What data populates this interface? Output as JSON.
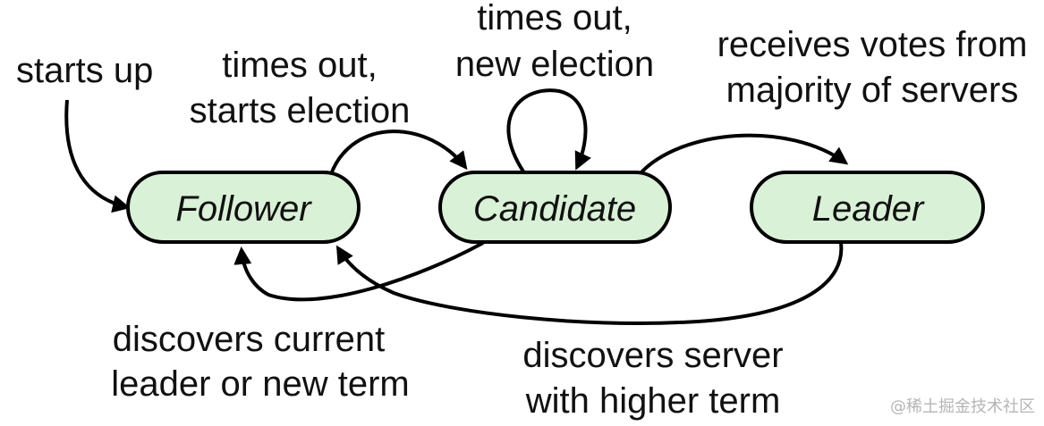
{
  "colors": {
    "node_fill": "#d9f2d7",
    "node_stroke": "#000000",
    "arrow": "#000000",
    "text": "#111111",
    "watermark": "#b5b5b5"
  },
  "states": {
    "follower": "Follower",
    "candidate": "Candidate",
    "leader": "Leader"
  },
  "transitions": {
    "starts_up": {
      "line1": "starts up"
    },
    "follower_to_candidate": {
      "line1": "times out,",
      "line2": "starts election"
    },
    "candidate_self": {
      "line1": "times out,",
      "line2": "new election"
    },
    "candidate_to_leader": {
      "line1": "receives votes from",
      "line2": "majority of servers"
    },
    "candidate_to_follower": {
      "line1": "discovers current",
      "line2": "leader or new term"
    },
    "leader_to_follower": {
      "line1": "discovers server",
      "line2": "with higher term"
    }
  },
  "watermark": "@稀土掘金技术社区"
}
